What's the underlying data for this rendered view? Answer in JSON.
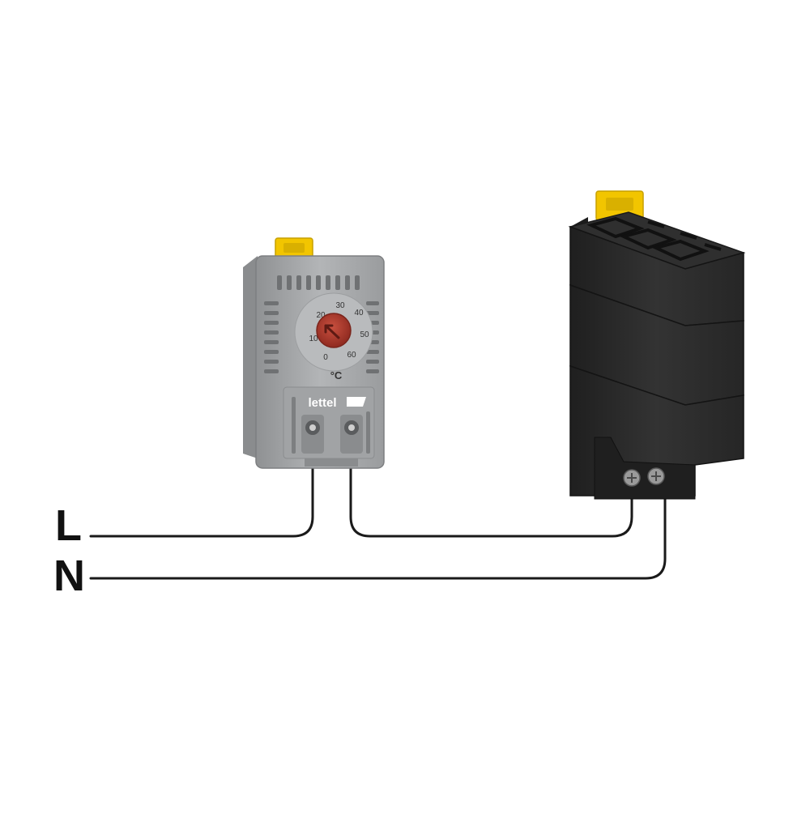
{
  "wiring": {
    "line_label": "L",
    "neutral_label": "N"
  },
  "thermostat": {
    "brand": "lettel",
    "unit": "°C",
    "scale": [
      "0",
      "10",
      "20",
      "30",
      "40",
      "50",
      "60"
    ]
  },
  "colors": {
    "thermostat_body": "#a9abad",
    "knob": "#b03a2e",
    "clip": "#f2c500",
    "heater_body": "#2b2b2b",
    "wire": "#1a1a1a"
  }
}
